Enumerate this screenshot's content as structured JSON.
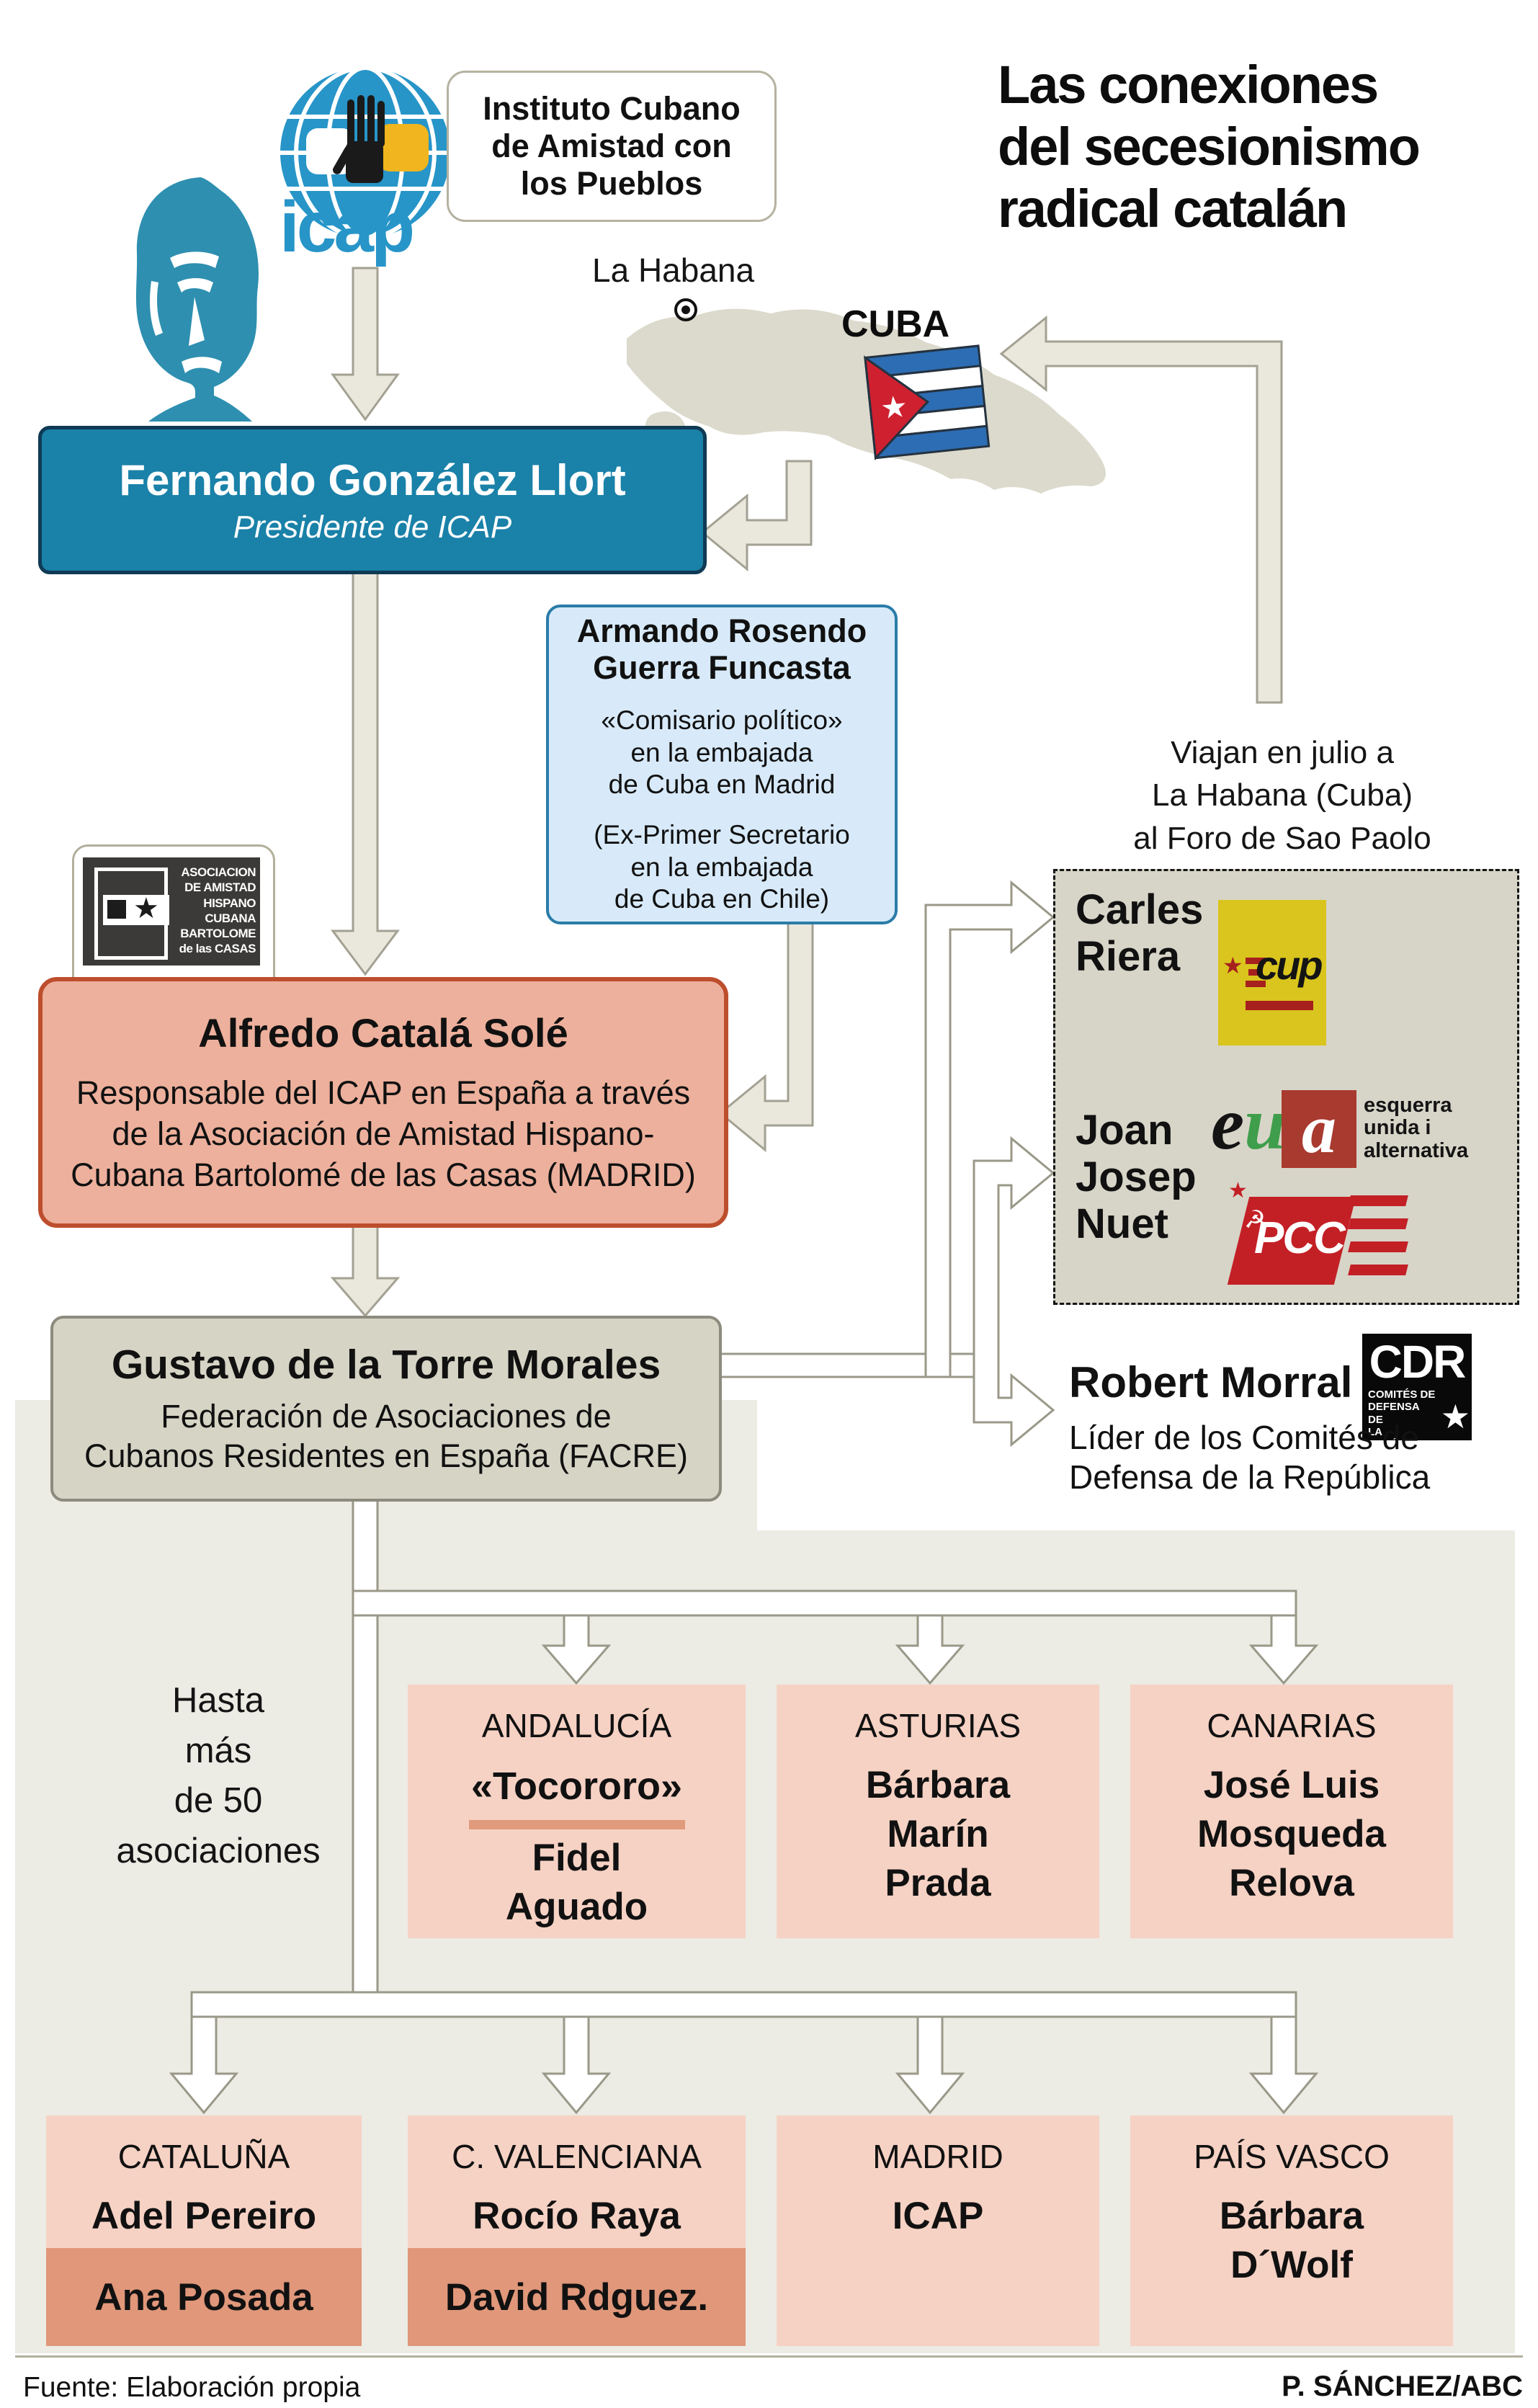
{
  "header": {
    "title": "Las conexiones\ndel secesionismo\nradical catalán",
    "icap_logo_text": "icap",
    "instituto_box": "Instituto Cubano\nde Amistad con\nlos Pueblos"
  },
  "map": {
    "city": "La Habana",
    "country": "CUBA"
  },
  "fernando": {
    "name": "Fernando González Llort",
    "role": "Presidente de ICAP"
  },
  "armando": {
    "name": "Armando Rosendo\nGuerra Funcasta",
    "role1": "«Comisario político»\nen la embajada\nde Cuba en Madrid",
    "role2": "(Ex-Primer Secretario\nen la embajada\nde Cuba en Chile)"
  },
  "viajan": "Viajan en julio a\nLa Habana (Cuba)\nal Foro de Sao Paolo",
  "asociacion_logo": "ASOCIACION\nDE AMISTAD\nHISPANO\nCUBANA\nBARTOLOME\nde las CASAS",
  "alfredo": {
    "name": "Alfredo Catalá Solé",
    "desc": "Responsable del ICAP en España a través\nde la Asociación de Amistad Hispano-\nCubana Bartolomé de las Casas (MADRID)"
  },
  "gustavo": {
    "name": "Gustavo de la Torre Morales",
    "desc": "Federación de Asociaciones de\nCubanos Residentes en España (FACRE)"
  },
  "catalan_group": {
    "carles": "Carles\nRiera",
    "cup_label": "cup",
    "joan": "Joan\nJosep\nNuet",
    "eua_e": "e",
    "eua_u": "u",
    "eua_a": "a",
    "eua_text": "esquerra\nunida i\nalternativa",
    "pcc_label": "PCC",
    "robert": "Robert Morral",
    "robert_role": "Líder de los Comités de\nDefensa de la República",
    "cdr_label": "CDR",
    "cdr_text": "COMITÉS DE\nDEFENSA DE\nLA REPÚBLICA"
  },
  "hasta": "Hasta\nmás\nde 50\nasociaciones",
  "regions_row1": [
    {
      "label": "ANDALUCÍA",
      "alias": "«Tocororo»",
      "name": "Fidel\nAguado"
    },
    {
      "label": "ASTURIAS",
      "name": "Bárbara\nMarín\nPrada"
    },
    {
      "label": "CANARIAS",
      "name": "José Luis\nMosqueda\nRelova"
    }
  ],
  "regions_row2": [
    {
      "label": "CATALUÑA",
      "name": "Adel Pereiro",
      "name2": "Ana Posada"
    },
    {
      "label": "C. VALENCIANA",
      "name": "Rocío Raya",
      "name2": "David Rdguez."
    },
    {
      "label": "MADRID",
      "name": "ICAP"
    },
    {
      "label": "PAÍS VASCO",
      "name": "Bárbara\nD´Wolf"
    }
  ],
  "footer": {
    "source": "Fuente: Elaboración propia",
    "credit": "P. SÁNCHEZ/ABC"
  },
  "icons": {
    "star": "★",
    "hammer_sickle": "☭"
  },
  "colors": {
    "teal_box": "#1a81a8",
    "teal_border": "#0f3a55",
    "icap_blue": "#2795c8",
    "light_blue_box": "#d8eaf9",
    "salmon_box": "#edb09c",
    "salmon_border": "#bd4e2d",
    "beige_box": "#d6d4c5",
    "panel": "#ecebe4",
    "region_pink": "#f6d2c4",
    "region_dark": "#e0977a",
    "cup_yellow": "#d9c51d",
    "pcc_red": "#c32026",
    "eua_red": "#a93a30",
    "eua_green": "#3f9e4c",
    "arrow_beige": "#eae8dd",
    "flag_blue": "#2d6db4",
    "flag_red": "#cf2030",
    "map_gray": "#dcdacd"
  }
}
